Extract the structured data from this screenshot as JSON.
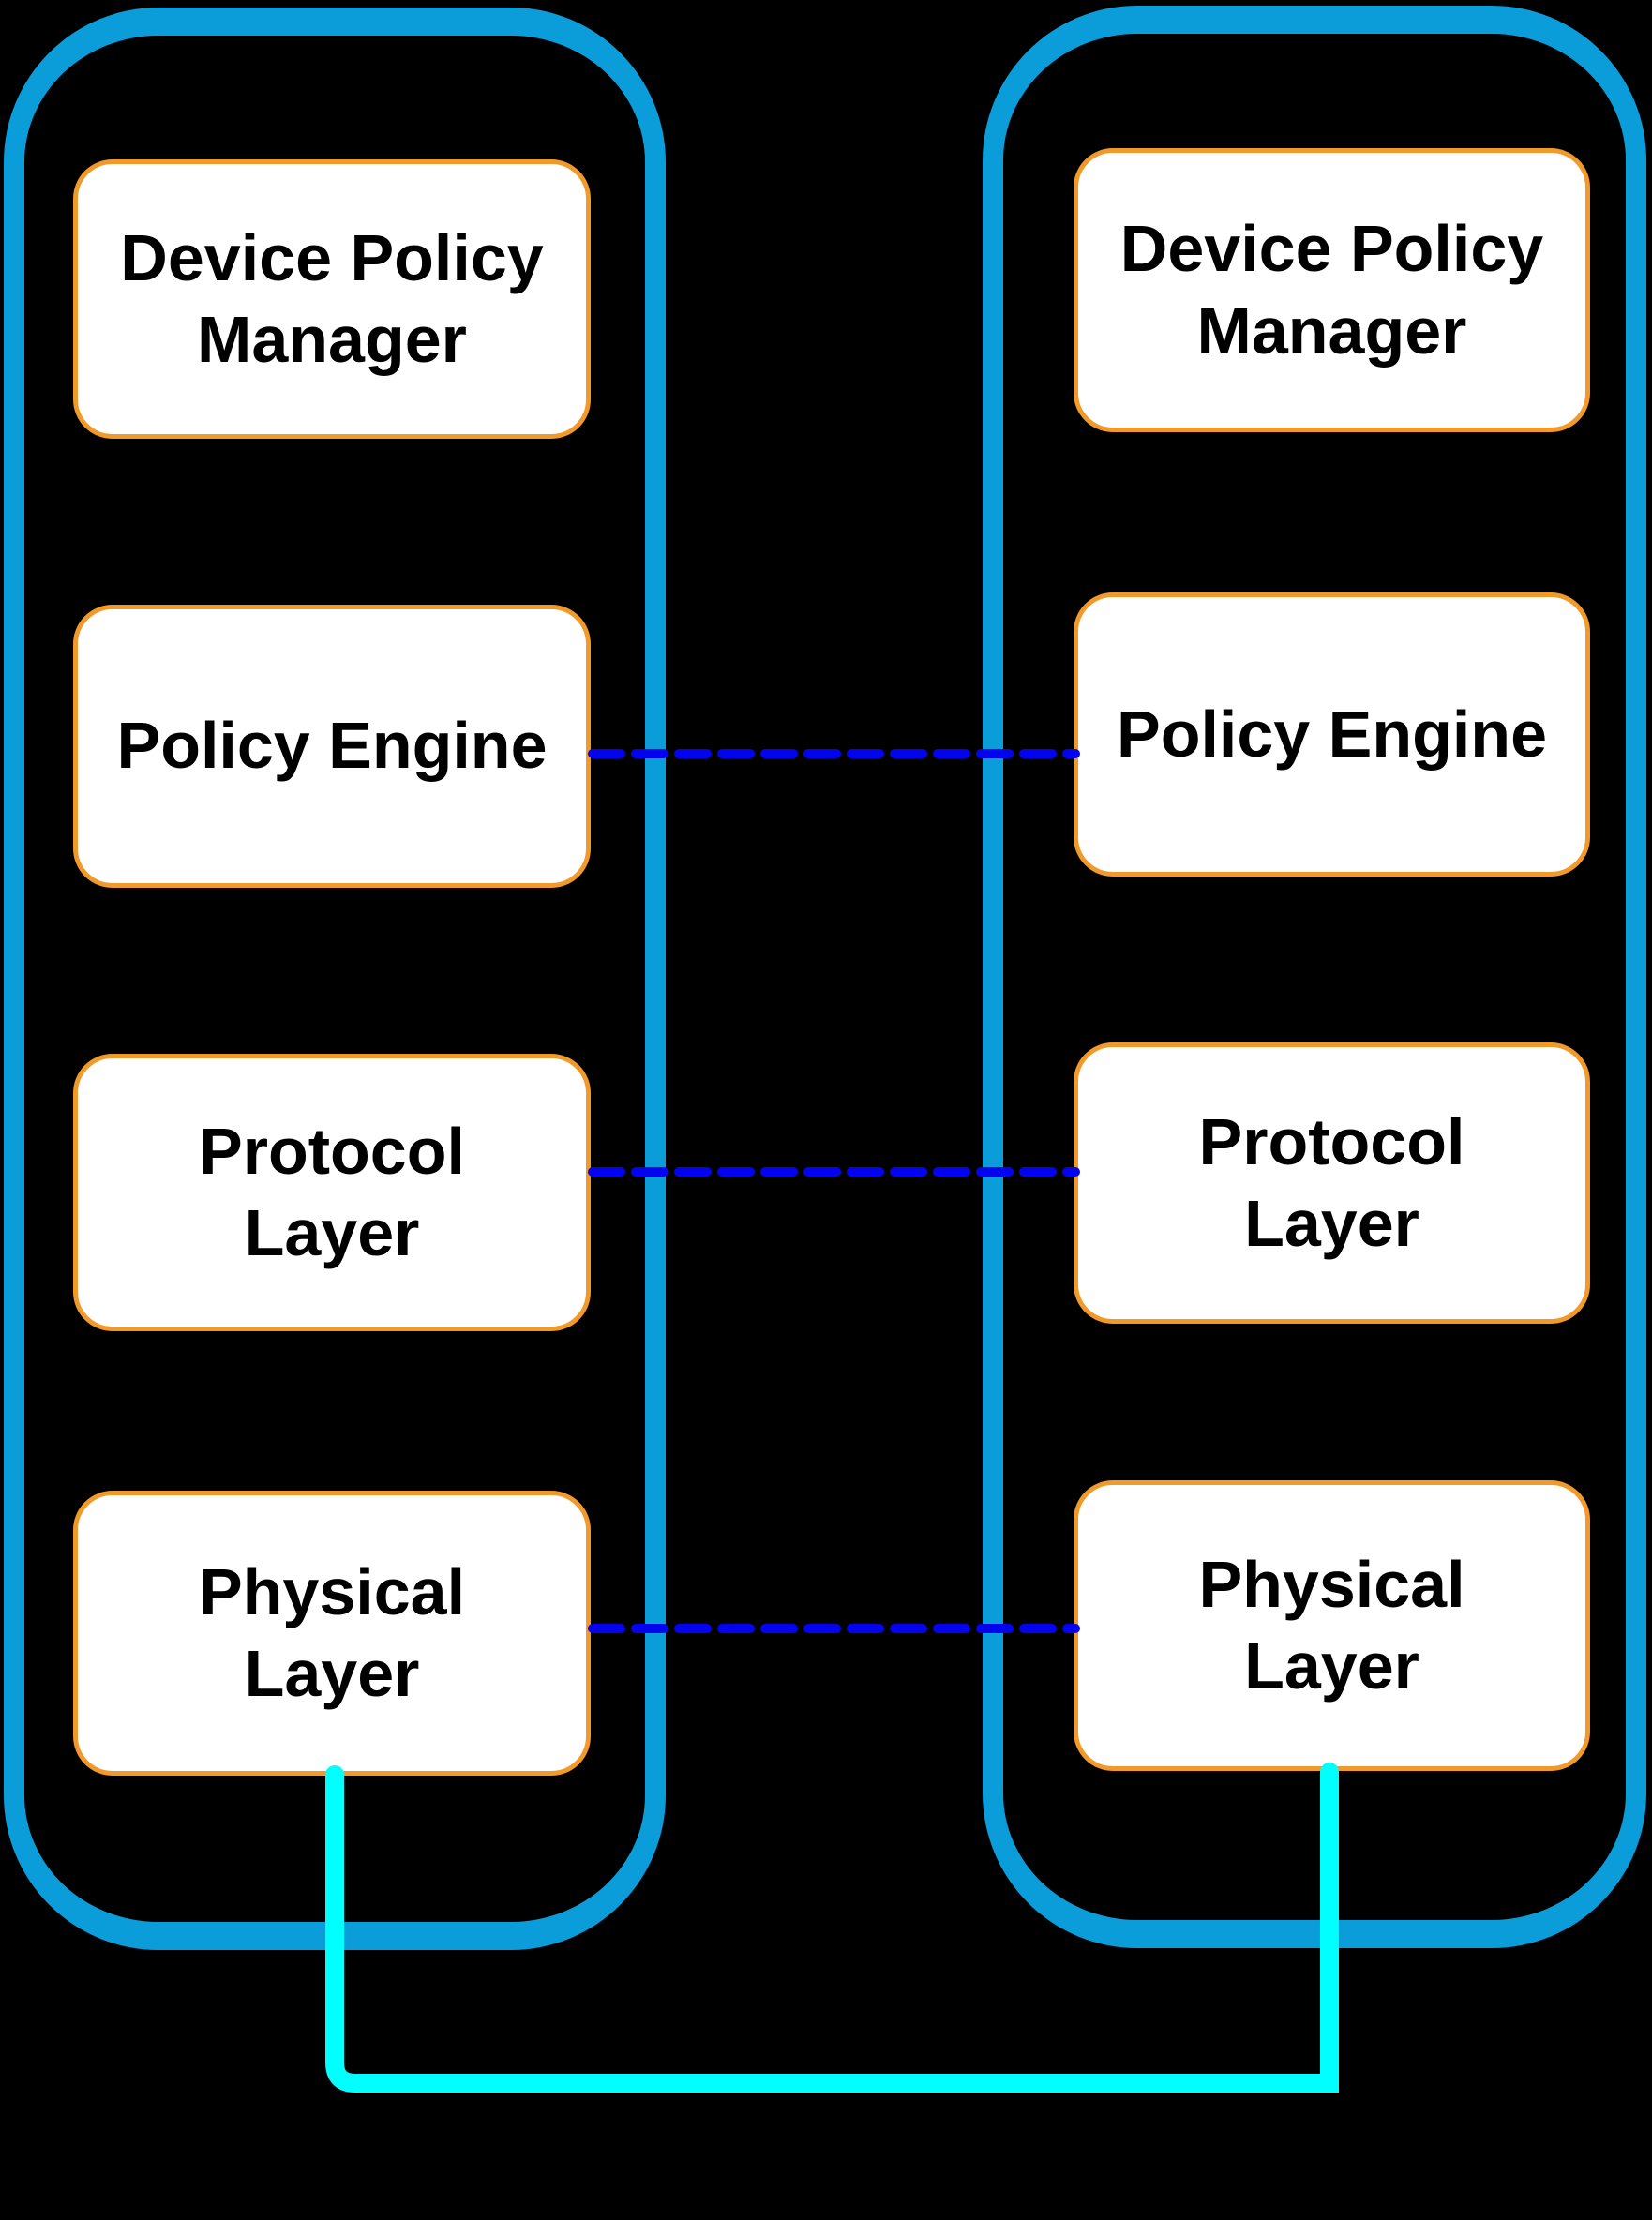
{
  "diagram": {
    "title": "",
    "columns": [
      {
        "name": "left-device",
        "boxes": [
          {
            "label": "Device Policy\nManager"
          },
          {
            "label": "Policy Engine"
          },
          {
            "label": "Protocol\nLayer"
          },
          {
            "label": "Physical\nLayer"
          }
        ]
      },
      {
        "name": "right-device",
        "boxes": [
          {
            "label": "Device Policy\nManager"
          },
          {
            "label": "Policy Engine"
          },
          {
            "label": "Protocol\nLayer"
          },
          {
            "label": "Physical\nLayer"
          }
        ]
      }
    ],
    "connections": {
      "dashed_links": [
        {
          "from": "Policy Engine (left)",
          "to": "Policy Engine (right)",
          "style": "dashed"
        },
        {
          "from": "Protocol Layer (left)",
          "to": "Protocol Layer (right)",
          "style": "dashed"
        },
        {
          "from": "Physical Layer (left)",
          "to": "Physical Layer (right)",
          "style": "dashed"
        }
      ],
      "solid_link": {
        "from": "Physical Layer (left) bottom",
        "to": "Physical Layer (right) bottom",
        "style": "solid"
      }
    }
  },
  "colors": {
    "background": "#000000",
    "frame_blue": "#0A9DD9",
    "box_border_orange": "#F29A29",
    "box_fill": "#FFFFFF",
    "text": "#000000",
    "dashed_link_blue": "#0303F0",
    "solid_link_cyan": "#00FFFF"
  }
}
